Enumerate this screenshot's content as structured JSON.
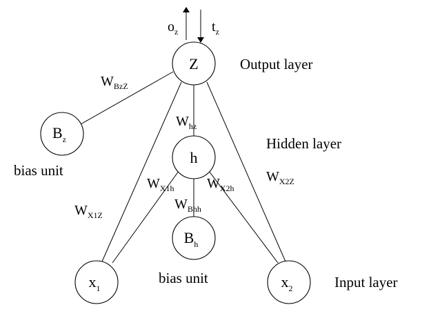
{
  "nodes": {
    "z": {
      "main": "Z",
      "sub": ""
    },
    "bz": {
      "main": "B",
      "sub": "z"
    },
    "h": {
      "main": "h",
      "sub": ""
    },
    "bh": {
      "main": "B",
      "sub": "h"
    },
    "x1": {
      "main": "x",
      "sub": "1"
    },
    "x2": {
      "main": "x",
      "sub": "2"
    }
  },
  "signals": {
    "output": {
      "main": "o",
      "sub": "z"
    },
    "target": {
      "main": "t",
      "sub": "z"
    }
  },
  "weights": {
    "w_bz_z": {
      "main": "W",
      "sub": "BzZ"
    },
    "w_hz": {
      "main": "W",
      "sub": "hz"
    },
    "w_x1h": {
      "main": "W",
      "sub": "X1h"
    },
    "w_x2h": {
      "main": "W",
      "sub": "X2h"
    },
    "w_bhh": {
      "main": "W",
      "sub": "Bhh"
    },
    "w_x1z": {
      "main": "W",
      "sub": "X1Z"
    },
    "w_x2z": {
      "main": "W",
      "sub": "X2Z"
    }
  },
  "layers": {
    "output": "Output layer",
    "hidden": "Hidden layer",
    "input": "Input layer"
  },
  "bias_labels": {
    "bias_z": "bias unit",
    "bias_h": "bias unit"
  }
}
